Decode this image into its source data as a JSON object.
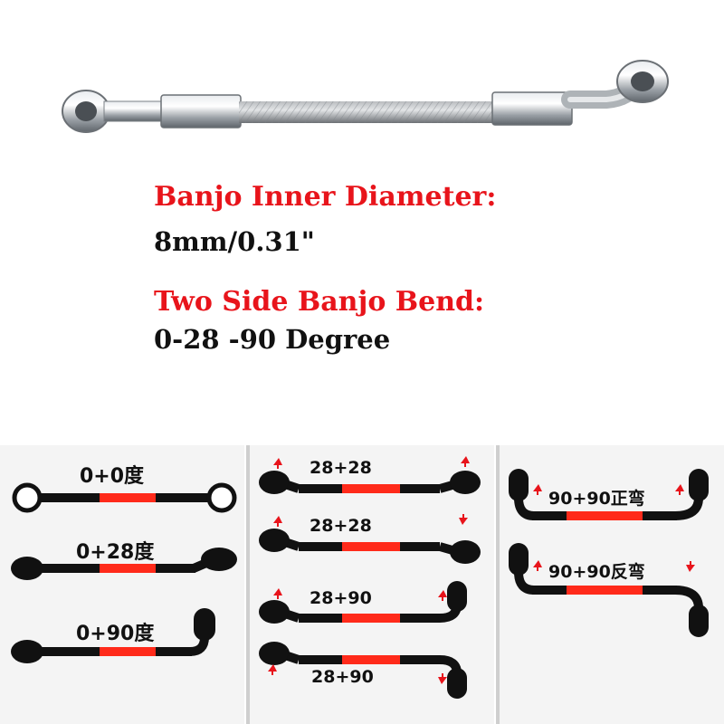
{
  "product": {
    "photo_icon": "braided-banjo-brake-hose-photo"
  },
  "specs": {
    "inner_diameter_label": "Banjo Inner Diameter:",
    "inner_diameter_value": "8mm/0.31\"",
    "bend_label": "Two Side Banjo Bend:",
    "bend_value": "0-28 -90 Degree"
  },
  "diagrams": {
    "col1": [
      "0+0度",
      "0+28度",
      "0+90度"
    ],
    "col2": [
      "28+28",
      "28+28",
      "28+90",
      "28+90"
    ],
    "col3": [
      "90+90正弯",
      "90+90反弯"
    ]
  },
  "colors": {
    "label_red": "#e8141b",
    "hose_red": "#ff2a1a",
    "hose_black": "#111111",
    "arrow_red": "#e8141b"
  }
}
